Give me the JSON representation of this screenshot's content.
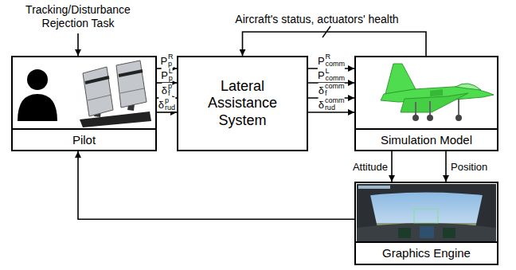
{
  "diagram": {
    "nodes": [
      {
        "text": [
          "Pilot"
        ]
      },
      {
        "text": [
          "Lateral Assistance System"
        ]
      },
      {
        "text": [
          "Simulation Model"
        ]
      },
      {
        "text": [
          "Graphics Engine"
        ]
      }
    ],
    "edges": [
      {
        "from": 0,
        "to": 1,
        "arrow": "to",
        "label": "P"
      },
      {
        "from": 0,
        "to": 1,
        "arrow": "to",
        "label": "P"
      },
      {
        "from": 0,
        "to": 1,
        "arrow": "to",
        "label": "δ"
      },
      {
        "from": 0,
        "to": 1,
        "arrow": "to",
        "label": "δ"
      },
      {
        "from": 1,
        "to": 2,
        "arrow": "to",
        "label": "P"
      },
      {
        "from": 1,
        "to": 2,
        "arrow": "to",
        "label": "P"
      },
      {
        "from": 1,
        "to": 2,
        "arrow": "to",
        "label": "δ"
      },
      {
        "from": 1,
        "to": 2,
        "arrow": "to",
        "label": "δ"
      },
      {
        "from": 2,
        "to": 1,
        "arrow": "to",
        "label": "Aircraft's status, actuators' health"
      },
      {
        "from": 2,
        "to": 3,
        "arrow": "to",
        "label": "Attitude"
      },
      {
        "from": 2,
        "to": 3,
        "arrow": "to",
        "label": "Position"
      },
      {
        "from": 3,
        "to": 0,
        "arrow": "to"
      }
    ],
    "labels": [
      "Tracking/Disturbance Rejection Task",
      "R",
      "p",
      "L",
      "p",
      "p",
      "f",
      "p",
      "rud",
      "R",
      "comm",
      "L",
      "comm",
      "comm",
      "f",
      "comm",
      "rud"
    ]
  }
}
